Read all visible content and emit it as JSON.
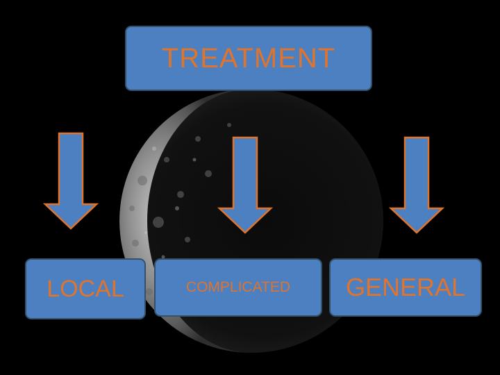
{
  "colors": {
    "box_fill": "#4d80c0",
    "box_border": "#34506b",
    "text": "#e0742c",
    "arrow_fill": "#4d80c0",
    "arrow_stroke": "#e0742c",
    "background": "#000000"
  },
  "diagram": {
    "top_node": {
      "label": "TREATMENT"
    },
    "children": [
      {
        "label": "LOCAL"
      },
      {
        "label": "COMPLICATED"
      },
      {
        "label": "GENERAL"
      }
    ],
    "connector": "down-arrow"
  },
  "background_image": "crescent-moon"
}
